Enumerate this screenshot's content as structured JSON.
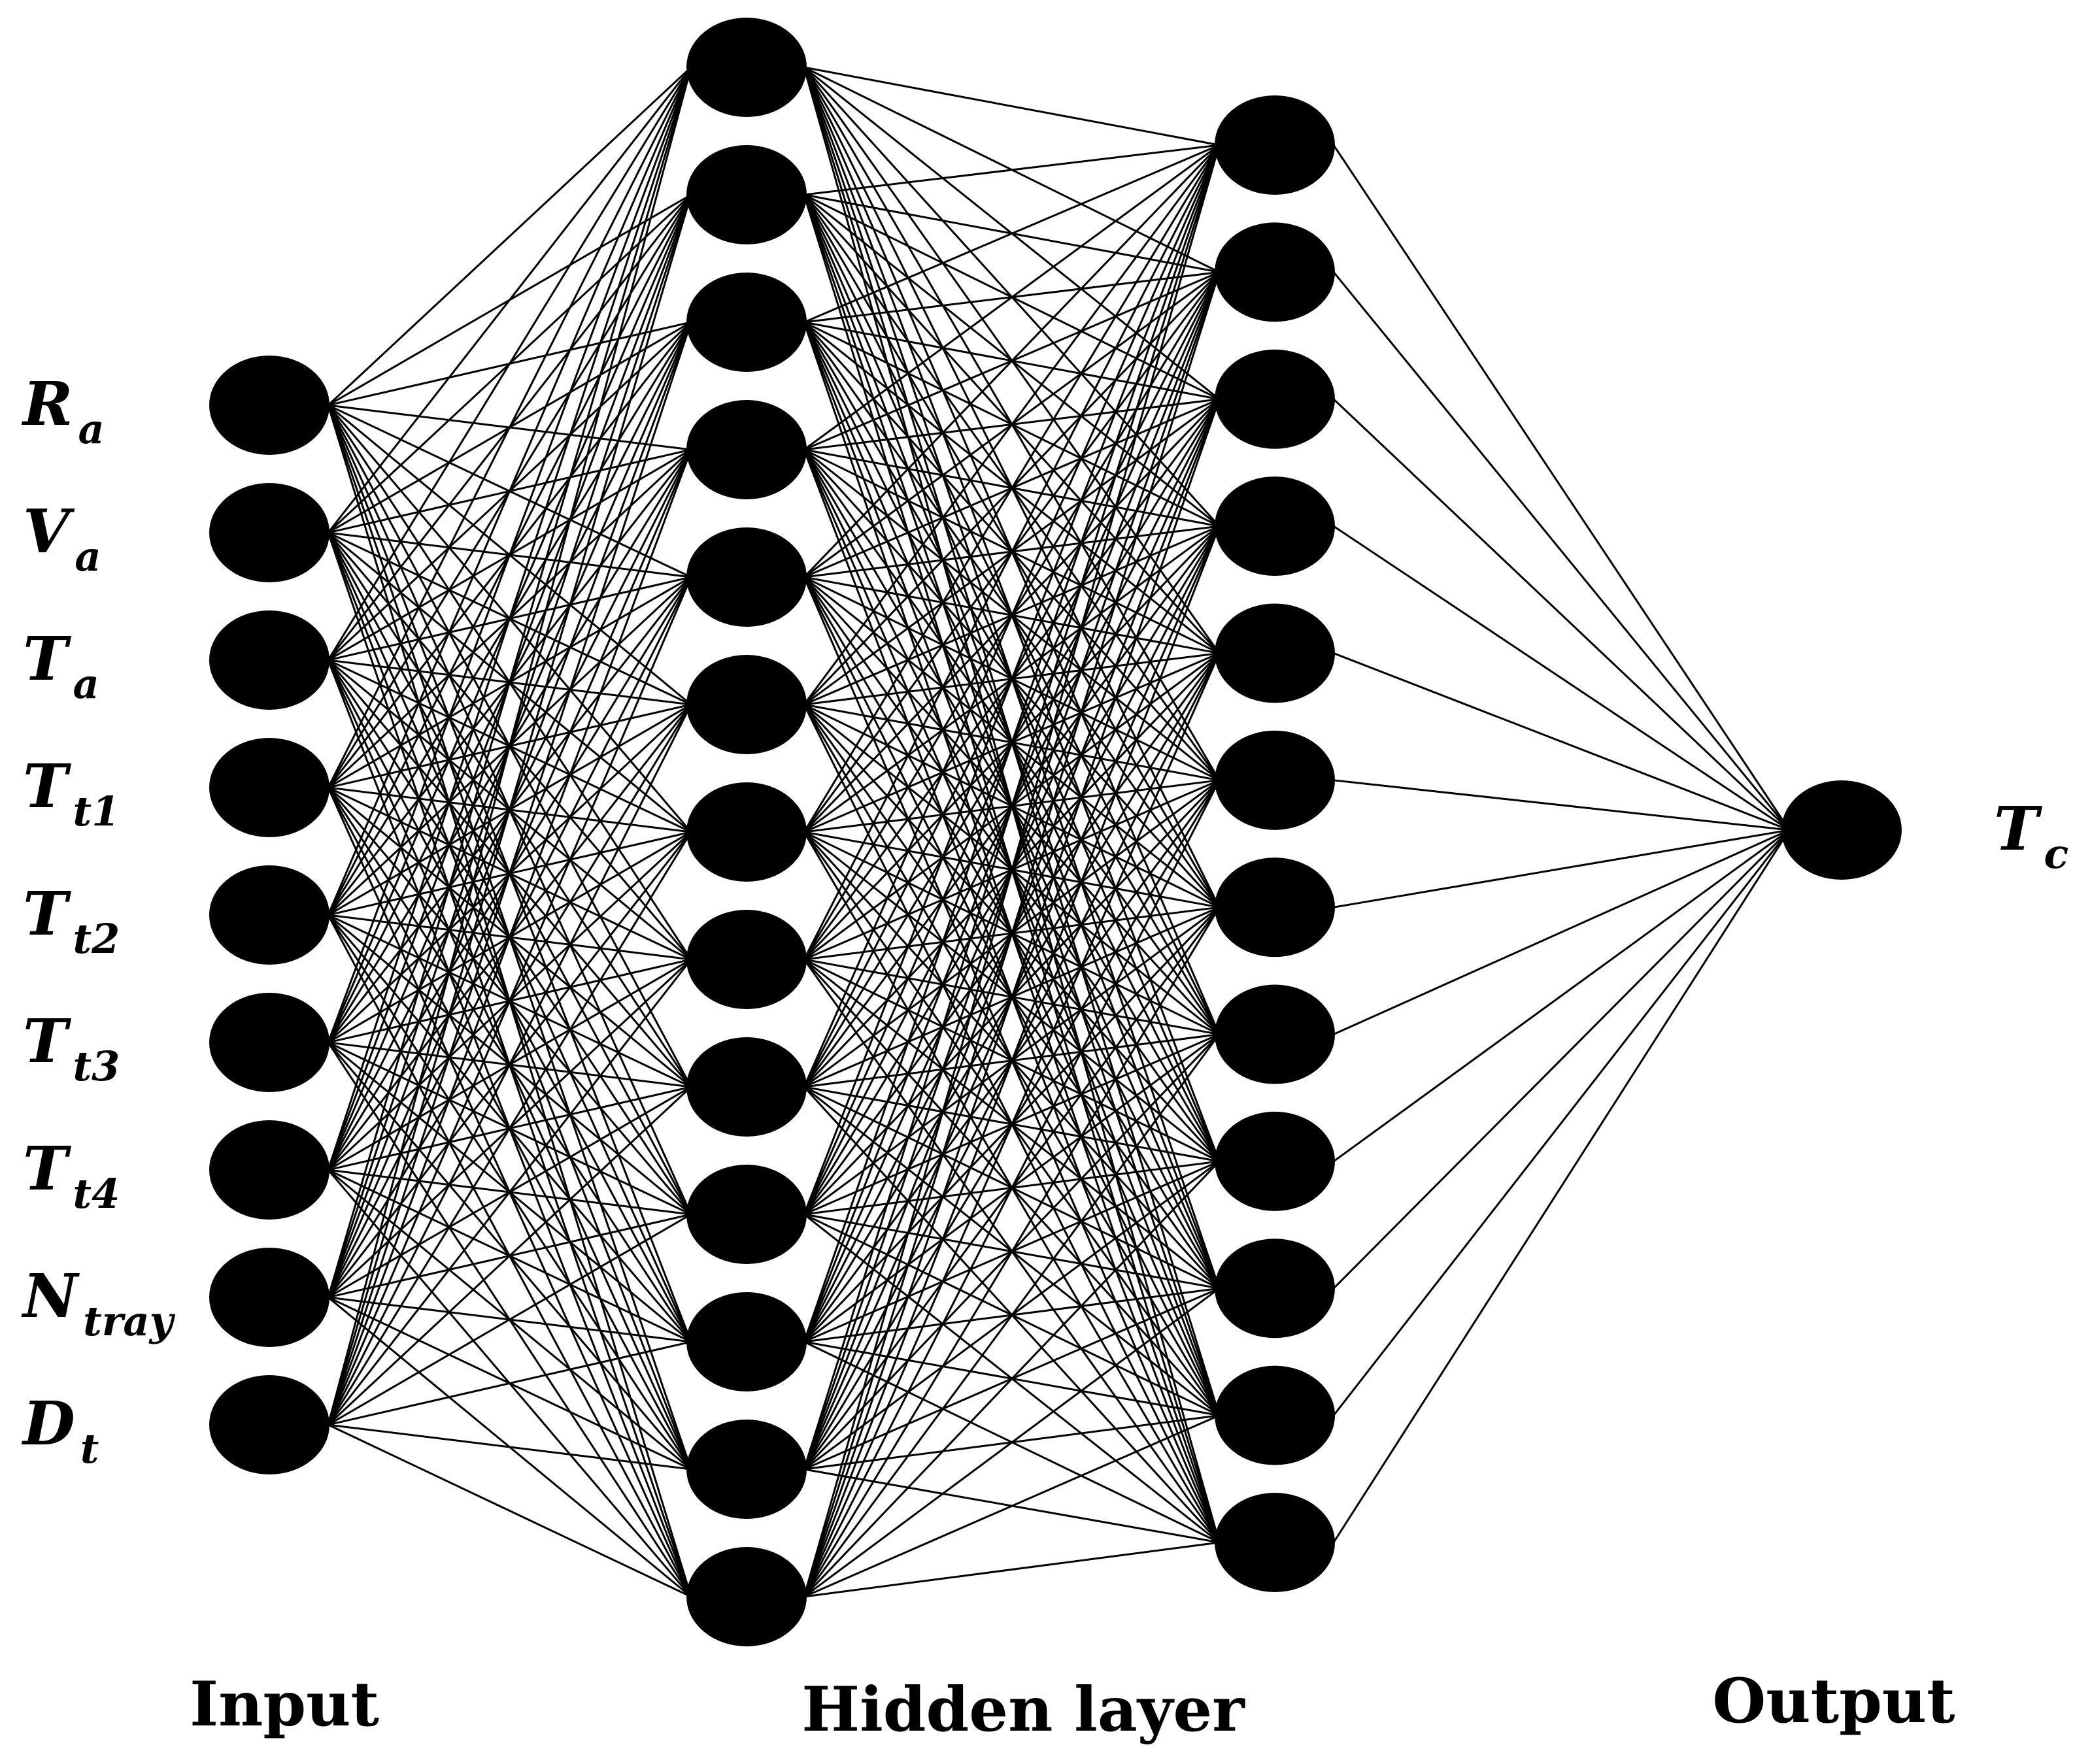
{
  "diagram": {
    "type": "feedforward-neural-network",
    "node_color": "#000000",
    "edge_color": "#000000",
    "layers": {
      "input": {
        "title": "Input",
        "nodes": [
          {
            "main": "R",
            "sub": "a"
          },
          {
            "main": "V",
            "sub": "a"
          },
          {
            "main": "T",
            "sub": "a"
          },
          {
            "main": "T",
            "sub": "t1"
          },
          {
            "main": "T",
            "sub": "t2"
          },
          {
            "main": "T",
            "sub": "t3"
          },
          {
            "main": "T",
            "sub": "t4"
          },
          {
            "main": "N",
            "sub": "tray"
          },
          {
            "main": "D",
            "sub": "t"
          }
        ]
      },
      "hidden_layer_1": {
        "node_count": 13
      },
      "hidden_layer_2": {
        "node_count": 12
      },
      "hidden_title": "Hidden layer",
      "output": {
        "title": "Output",
        "nodes": [
          {
            "main": "T",
            "sub": "c"
          }
        ]
      }
    },
    "connectivity": "fully-connected"
  }
}
